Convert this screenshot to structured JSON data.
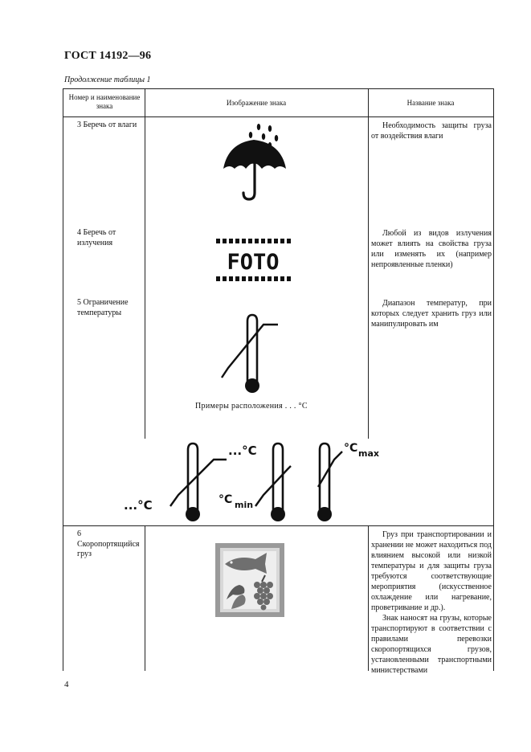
{
  "document": {
    "standard": "ГОСТ 14192—96",
    "continuation": "Продолжение таблицы 1",
    "page_number": "4"
  },
  "table": {
    "headers": {
      "col1": "Номер и наименование знака",
      "col2": "Изображение знака",
      "col3": "Название знака"
    },
    "rows": [
      {
        "number_name": "3 Беречь от влаги",
        "icon": "umbrella-rain-icon",
        "description": [
          "Необходимость защиты груза от воздействия влаги"
        ]
      },
      {
        "number_name": "4 Беречь от излучения",
        "icon": "foto-icon",
        "icon_text": "FOTO",
        "description": [
          "Любой из видов излучения может влиять на свойства груза или изменять их (например непроявленные пленки)"
        ]
      },
      {
        "number_name": "5 Ограничение температуры",
        "icon": "thermometer-icon",
        "examples_label": "Примеры расположения . . . °С",
        "example_labels": [
          "...°C",
          "...°C",
          "°C",
          "min",
          "°C",
          "max"
        ],
        "description": [
          "Диапазон температур, при которых следует хранить груз или манипулировать им"
        ]
      },
      {
        "number_name": "6 Скоропортящийся груз",
        "icon": "perishable-food-icon",
        "description": [
          "Груз при транспортировании и хранении не может находиться под влиянием высокой или низкой температуры и для защиты груза требуются соответствующие мероприятия (искусственное охлаждение или нагревание, проветривание и др.).",
          "Знак наносят на грузы, которые транспортируют в соответствии с правилами перевозки скоропортящихся грузов, установленными транспортными министерствами"
        ]
      }
    ]
  }
}
